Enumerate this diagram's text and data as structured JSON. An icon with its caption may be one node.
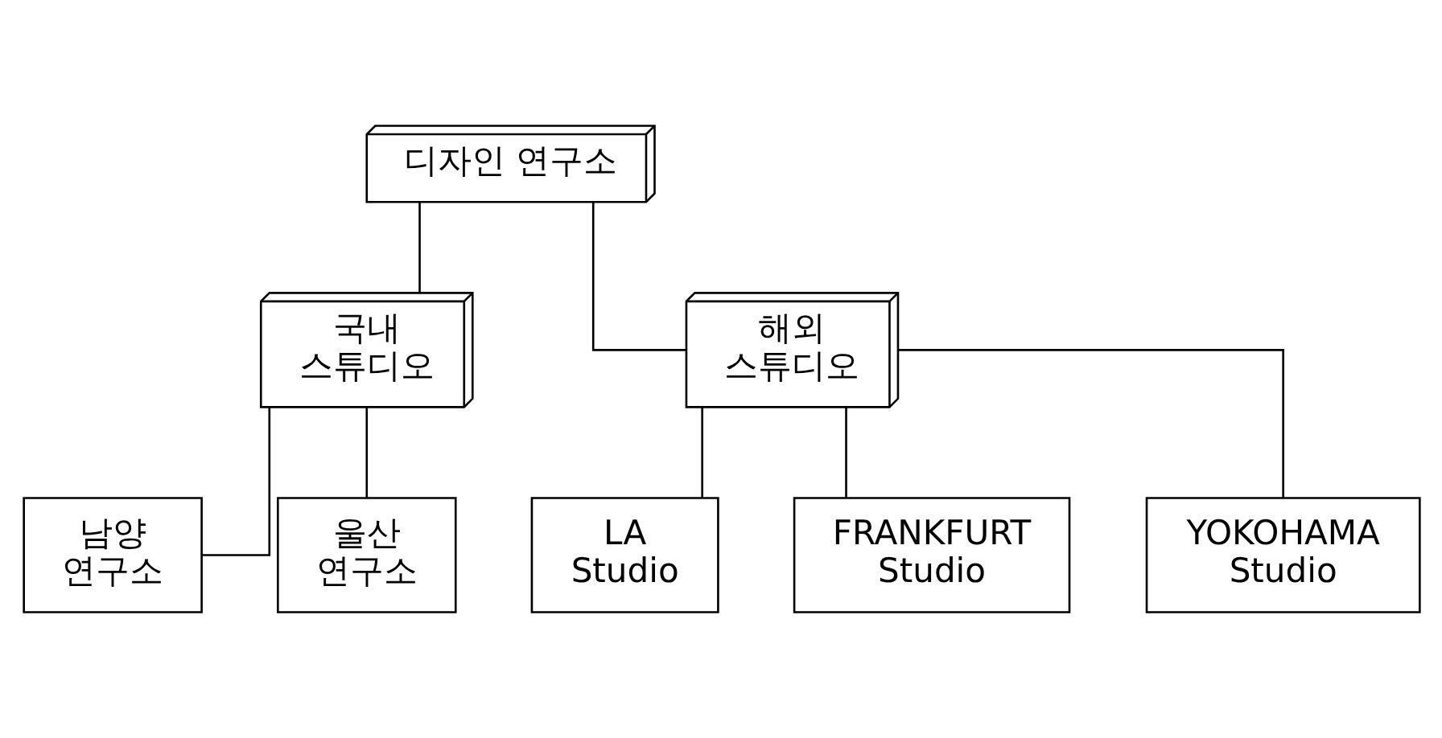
{
  "diagram": {
    "nodes": [
      {
        "text": [
          "디자인 연구소"
        ]
      },
      {
        "text": [
          "국내 스튜디오"
        ]
      },
      {
        "text": [
          "해외 스튜디오"
        ]
      },
      {
        "text": [
          "남양 연구소"
        ]
      },
      {
        "text": [
          "울산 연구소"
        ]
      },
      {
        "text": [
          "LA Studio"
        ]
      },
      {
        "text": [
          "FRANKFURT Studio"
        ]
      },
      {
        "text": [
          "YOKOHAMA Studio"
        ]
      }
    ],
    "edges": [
      {
        "from": 0,
        "to": 1,
        "arrow": "none"
      },
      {
        "from": 0,
        "to": 2,
        "arrow": "none"
      },
      {
        "from": 1,
        "to": 3,
        "arrow": "none"
      },
      {
        "from": 1,
        "to": 4,
        "arrow": "none"
      },
      {
        "from": 2,
        "to": 5,
        "arrow": "none"
      },
      {
        "from": 2,
        "to": 6,
        "arrow": "none"
      },
      {
        "from": 2,
        "to": 7,
        "arrow": "none"
      }
    ]
  }
}
